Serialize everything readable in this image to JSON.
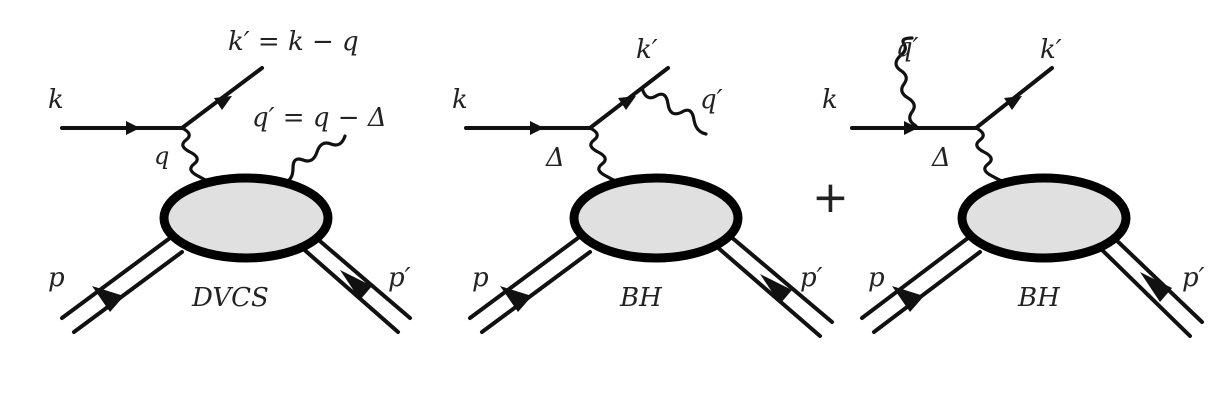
{
  "diagrams": [
    {
      "labels": {
        "k": "k",
        "kprime": "k′ = k − q",
        "q": "q",
        "qprime": "q′ = q − Δ",
        "p": "p",
        "pprime": "p′",
        "caption": "DVCS"
      }
    },
    {
      "labels": {
        "k": "k",
        "kprime": "k′",
        "delta": "Δ",
        "qprime": "q′",
        "p": "p",
        "pprime": "p′",
        "caption": "BH"
      }
    },
    {
      "labels": {
        "k": "k",
        "kprime": "k′",
        "delta": "Δ",
        "qprime": "q′",
        "p": "p",
        "pprime": "p′",
        "caption": "BH"
      }
    }
  ],
  "operator": "+"
}
